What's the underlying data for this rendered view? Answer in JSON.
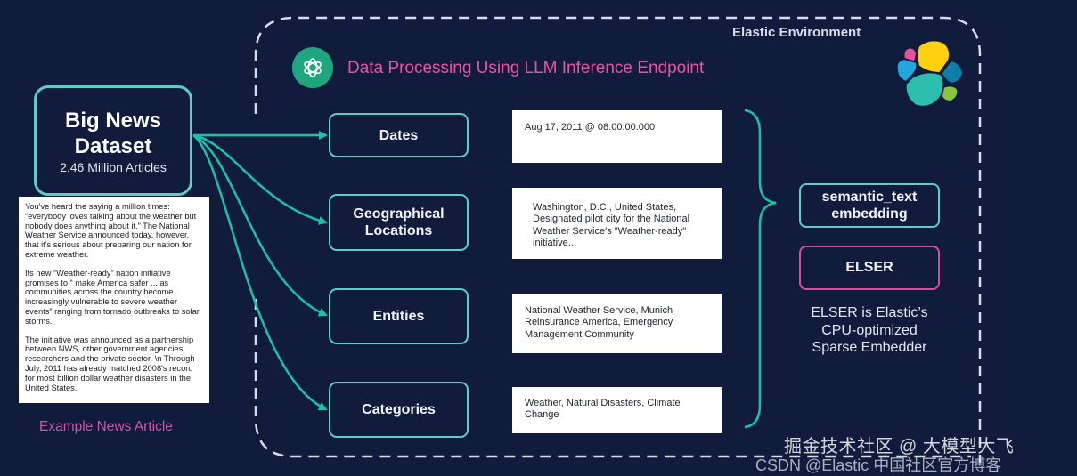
{
  "environment": {
    "title": "Elastic Environment",
    "border_color": "#d7dcea"
  },
  "llm": {
    "icon": "openai-logo-icon",
    "title": "Data Processing Using LLM Inference Endpoint"
  },
  "elastic_logo": {
    "icon": "elastic-logo-icon"
  },
  "dataset": {
    "title_line1": "Big News",
    "title_line2": "Dataset",
    "subtitle": "2.46 Million Articles"
  },
  "article": {
    "paragraphs": [
      "You've heard the saying a million times: “everybody loves talking about the weather but nobody does anything about it.” The National Weather Service announced today, however, that it's serious about preparing our nation for extreme weather.",
      "Its new “Weather-ready” nation initiative promises to “ make America safer ... as communities across the country become increasingly vulnerable to severe weather events” ranging from tornado outbreaks to solar storms.",
      "The initiative was announced as a partnership between NWS, other government agencies, researchers and the private sector. \\n Through July, 2011 has already matched 2008's record for most billion dollar weather disasters in the United States."
    ],
    "caption": "Example News Article"
  },
  "fields": [
    {
      "label_line1": "Dates",
      "label_line2": "",
      "value": "Aug 17, 2011 @ 08:00:00.000"
    },
    {
      "label_line1": "Geographical",
      "label_line2": "Locations",
      "value": "Washington, D.C., United States, Designated pilot city for the National Weather Service's \"Weather-ready\" initiative..."
    },
    {
      "label_line1": "Entities",
      "label_line2": "",
      "value": "National Weather Service, Munich Reinsurance America, Emergency Management Community"
    },
    {
      "label_line1": "Categories",
      "label_line2": "",
      "value": "Weather, Natural Disasters, Climate Change"
    }
  ],
  "embedding": {
    "semantic_line1": "semantic_text",
    "semantic_line2": "embedding",
    "elser_label": "ELSER",
    "elser_desc_line1": "ELSER is Elastic’s",
    "elser_desc_line2": "CPU-optimized",
    "elser_desc_line3": "Sparse Embedder"
  },
  "colors": {
    "background": "#111c3d",
    "teal": "#5ecdc4",
    "arrow": "#1cc2a8",
    "pink": "#e8559f",
    "openai_green": "#1fa67f"
  },
  "watermark": {
    "line1": "掘金技术社区 @ 大模型大飞",
    "line2": "CSDN @Elastic 中国社区官方博客"
  }
}
